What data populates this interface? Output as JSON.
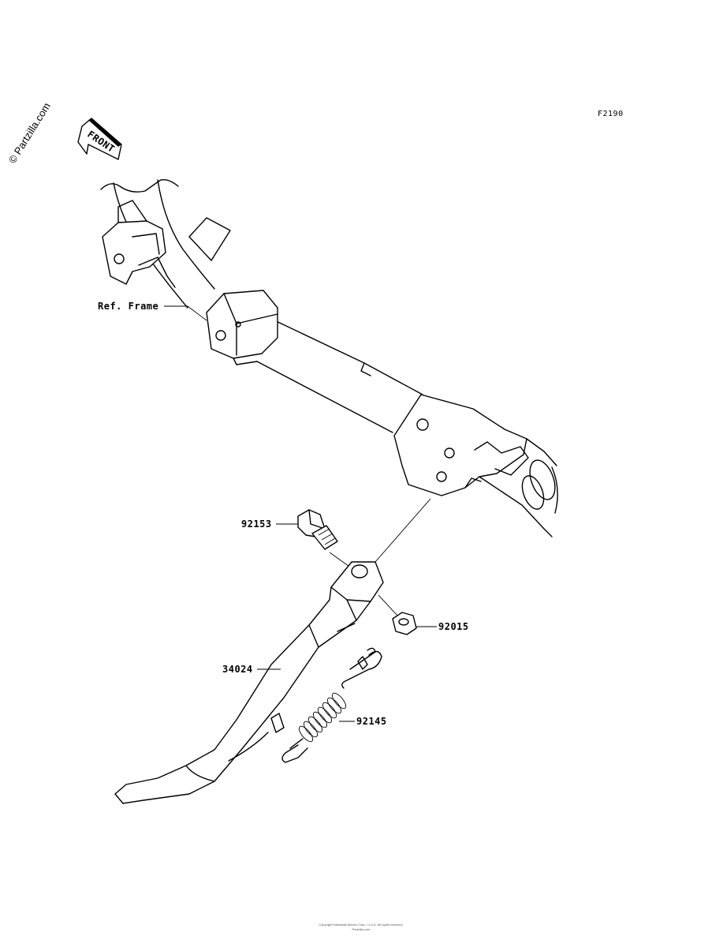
{
  "diagram": {
    "figure_code": "F2190",
    "watermark": "© Partzilla.com",
    "front_marker": "FRONT",
    "labels": {
      "ref_frame": "Ref. Frame",
      "bolt": "92153",
      "nut": "92015",
      "side_stand": "34024",
      "spring": "92145"
    },
    "footer_line1": "Copyright Kawasaki Motors Corp., U.S.A. All rights reserved.",
    "footer_line2": "Partzilla.com"
  }
}
